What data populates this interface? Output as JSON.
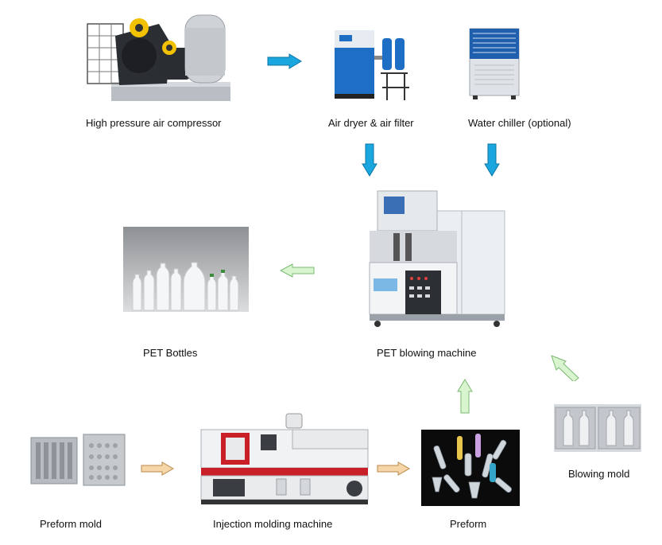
{
  "nodes": {
    "air_compressor": {
      "label": "High pressure air compressor",
      "icon": "air-compressor-icon"
    },
    "air_dryer": {
      "label": "Air dryer & air filter",
      "icon": "air-dryer-icon"
    },
    "water_chiller": {
      "label": "Water chiller (optional)",
      "icon": "water-chiller-icon"
    },
    "blowing_machine": {
      "label": "PET blowing machine",
      "icon": "blowing-machine-icon"
    },
    "pet_bottles": {
      "label": "PET Bottles",
      "icon": "pet-bottles-icon"
    },
    "blowing_mold": {
      "label": "Blowing mold",
      "icon": "blowing-mold-icon"
    },
    "preform_mold": {
      "label": "Preform mold",
      "icon": "preform-mold-icon"
    },
    "injection_machine": {
      "label": "Injection molding machine",
      "icon": "injection-machine-icon"
    },
    "preform": {
      "label": "Preform",
      "icon": "preform-icon"
    }
  },
  "colors": {
    "arrow_blue": "#1aa6de",
    "arrow_green": "#d8f5d0",
    "arrow_orange": "#f6d6a8"
  }
}
